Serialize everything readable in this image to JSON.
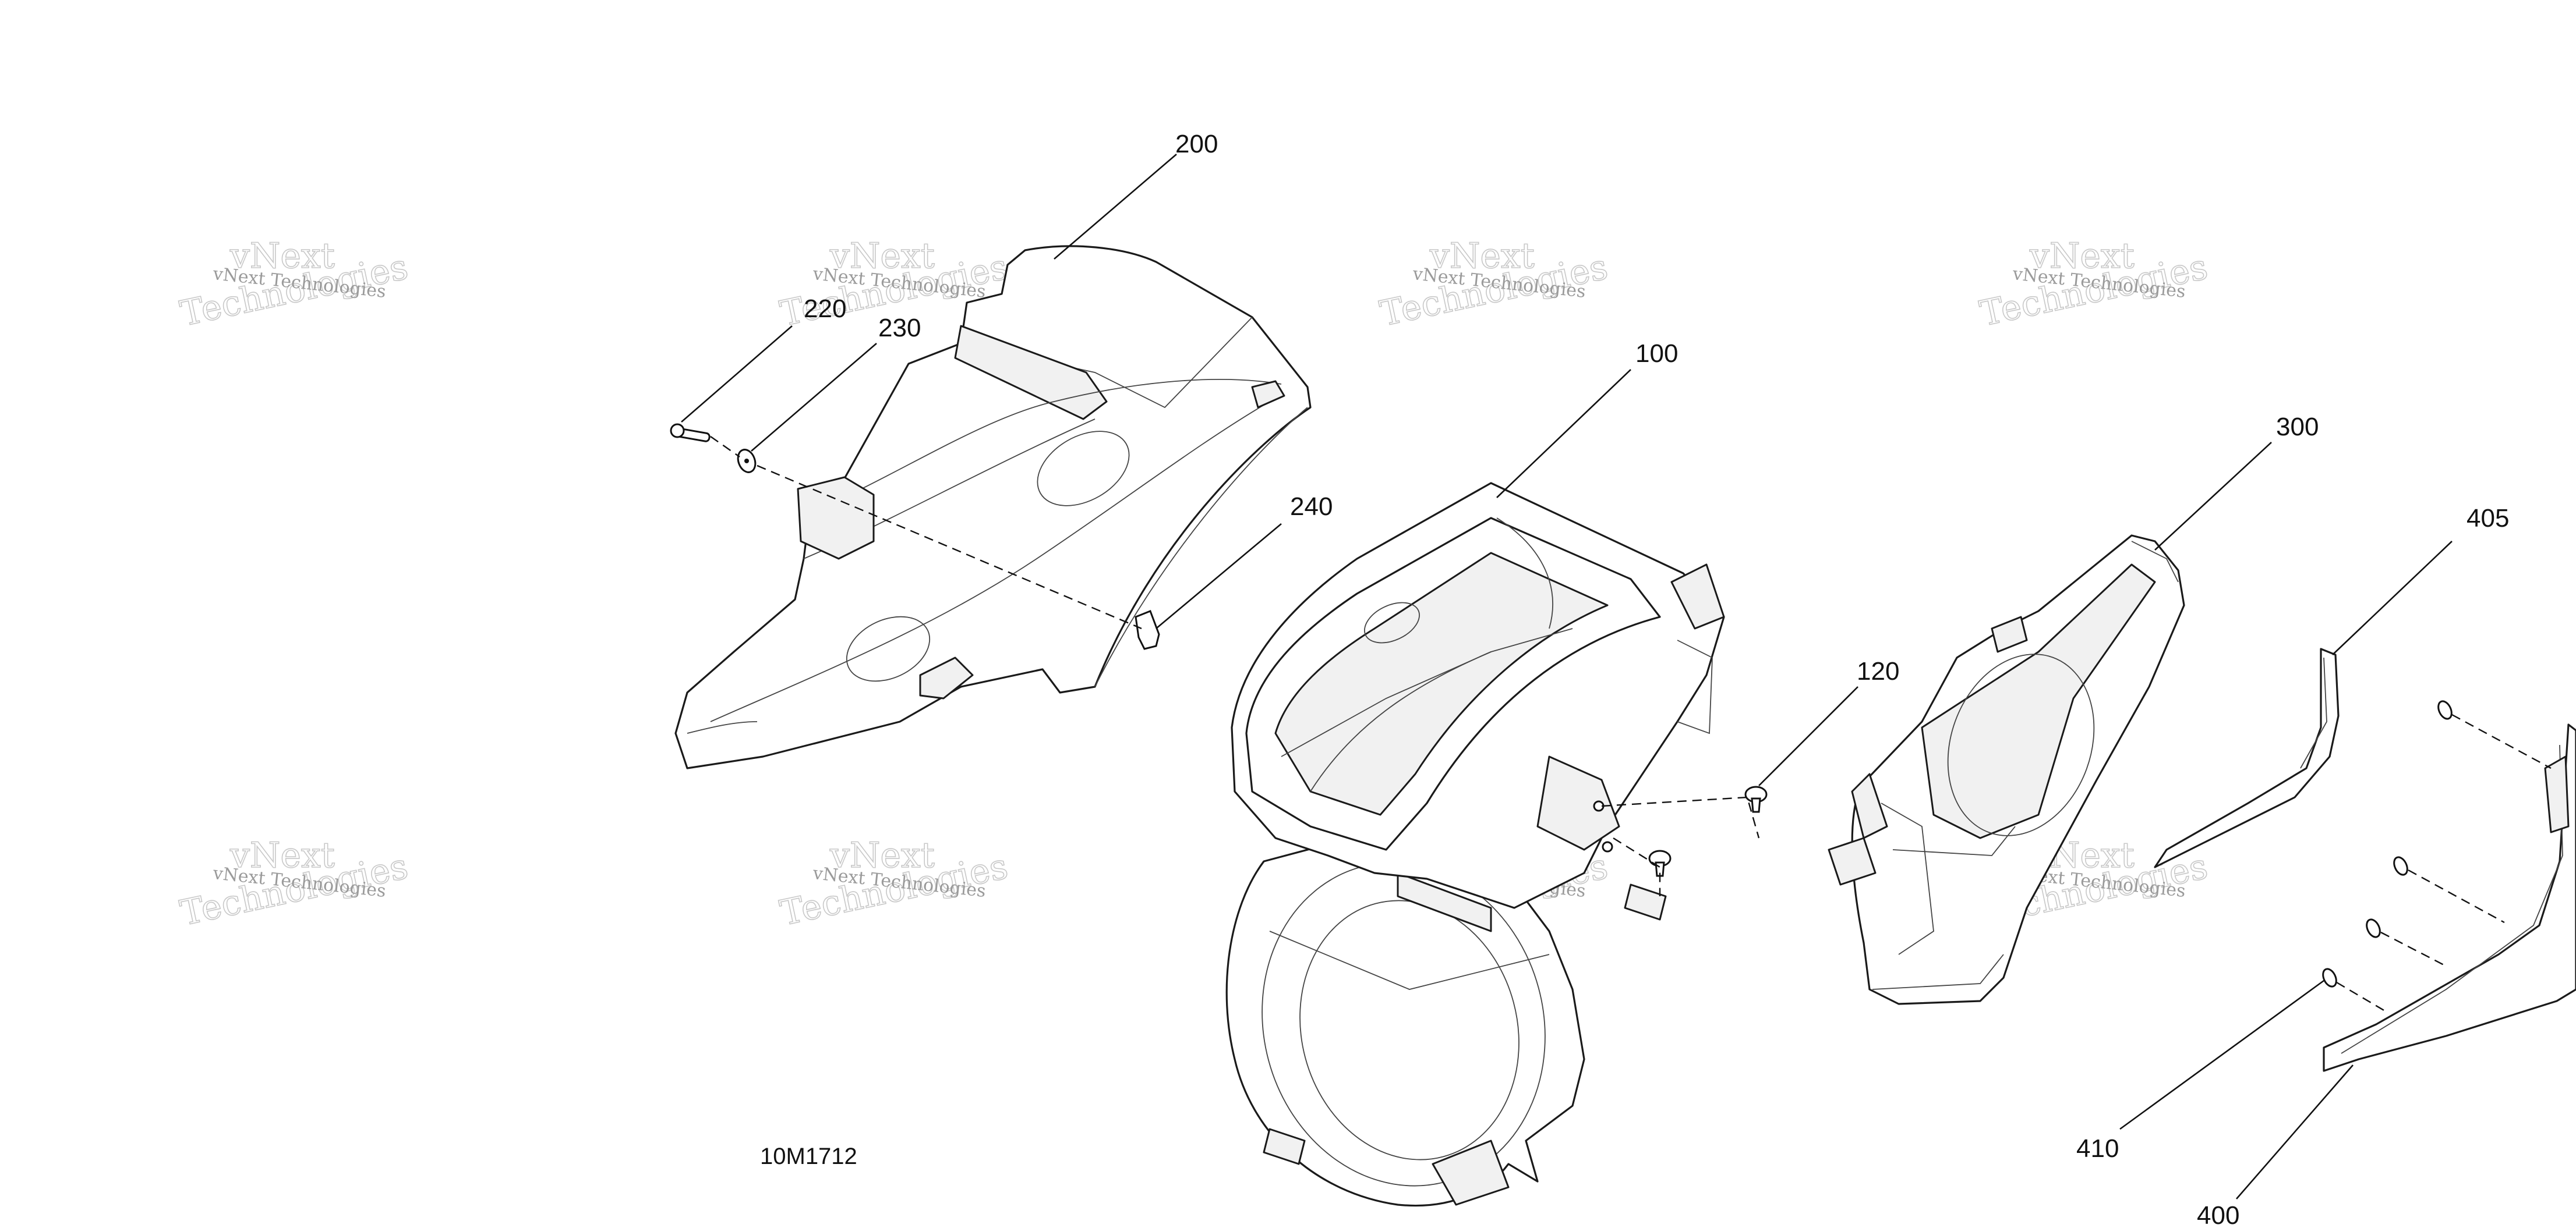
{
  "figure_id": "10M1712",
  "watermark": {
    "small_text": "vNext Technologies",
    "large_words": [
      "vNext",
      "Technologies"
    ]
  },
  "callouts": {
    "p100": "100",
    "p120": "120",
    "p200": "200",
    "p220": "220",
    "p230": "230",
    "p240": "240",
    "p300": "300",
    "p400": "400",
    "p405": "405",
    "p410": "410"
  },
  "colors": {
    "line": "#1a1a1a",
    "watermark": "#9a9a9a",
    "background": "#ffffff"
  }
}
